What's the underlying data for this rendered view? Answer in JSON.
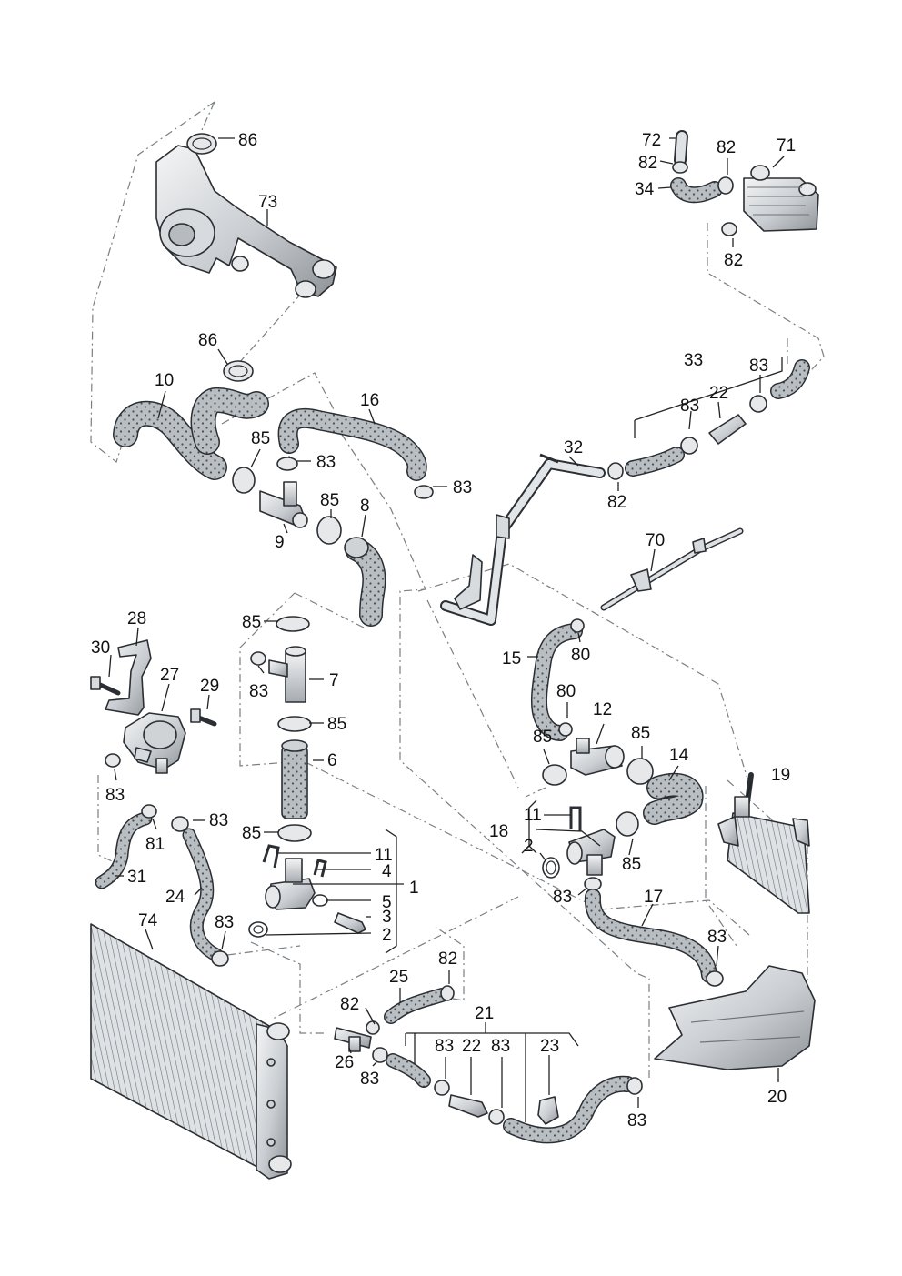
{
  "labels": {
    "p86a": "86",
    "p73": "73",
    "p86b": "86",
    "p10": "10",
    "p16": "16",
    "p85a": "85",
    "p83a": "83",
    "p85b": "85",
    "p9": "9",
    "p8": "8",
    "p83b": "83",
    "p32": "32",
    "p82a": "82",
    "p33": "33",
    "p83c": "83",
    "p22a": "22",
    "p83d": "83",
    "p72": "72",
    "p82b": "82",
    "p82c": "82",
    "p71": "71",
    "p34": "34",
    "p82d": "82",
    "p70": "70",
    "p28": "28",
    "p30": "30",
    "p27": "27",
    "p29": "29",
    "p83e": "83",
    "p85c": "85",
    "p83f": "83",
    "p7": "7",
    "p85d": "85",
    "p6": "6",
    "p81": "81",
    "p83g": "83",
    "p31": "31",
    "p24": "24",
    "p85e": "85",
    "p11a": "11",
    "p4": "4",
    "p5": "5",
    "p3": "3",
    "p1": "1",
    "p2a": "2",
    "p83h": "83",
    "p15": "15",
    "p80a": "80",
    "p80b": "80",
    "p12": "12",
    "p85f": "85",
    "p85g": "85",
    "p14": "14",
    "p19": "19",
    "p18": "18",
    "p11b": "11",
    "p2b": "2",
    "p85h": "85",
    "p83i": "83",
    "p17": "17",
    "p83j": "83",
    "p74": "74",
    "p25": "25",
    "p82e": "82",
    "p82f": "82",
    "p21": "21",
    "p26": "26",
    "p83k": "83",
    "p83l": "83",
    "p22b": "22",
    "p83m": "83",
    "p23": "23",
    "p83n": "83",
    "p20": "20"
  },
  "colors": {
    "hose_fill": "#b9bec3",
    "hose_dot": "#4a4f54",
    "metal_light": "#eef0f2",
    "metal_mid": "#c9cdd1",
    "metal_dark": "#8e9398",
    "outline": "#2b2f33",
    "leader": "#222222",
    "dash": "#7a7f84"
  }
}
